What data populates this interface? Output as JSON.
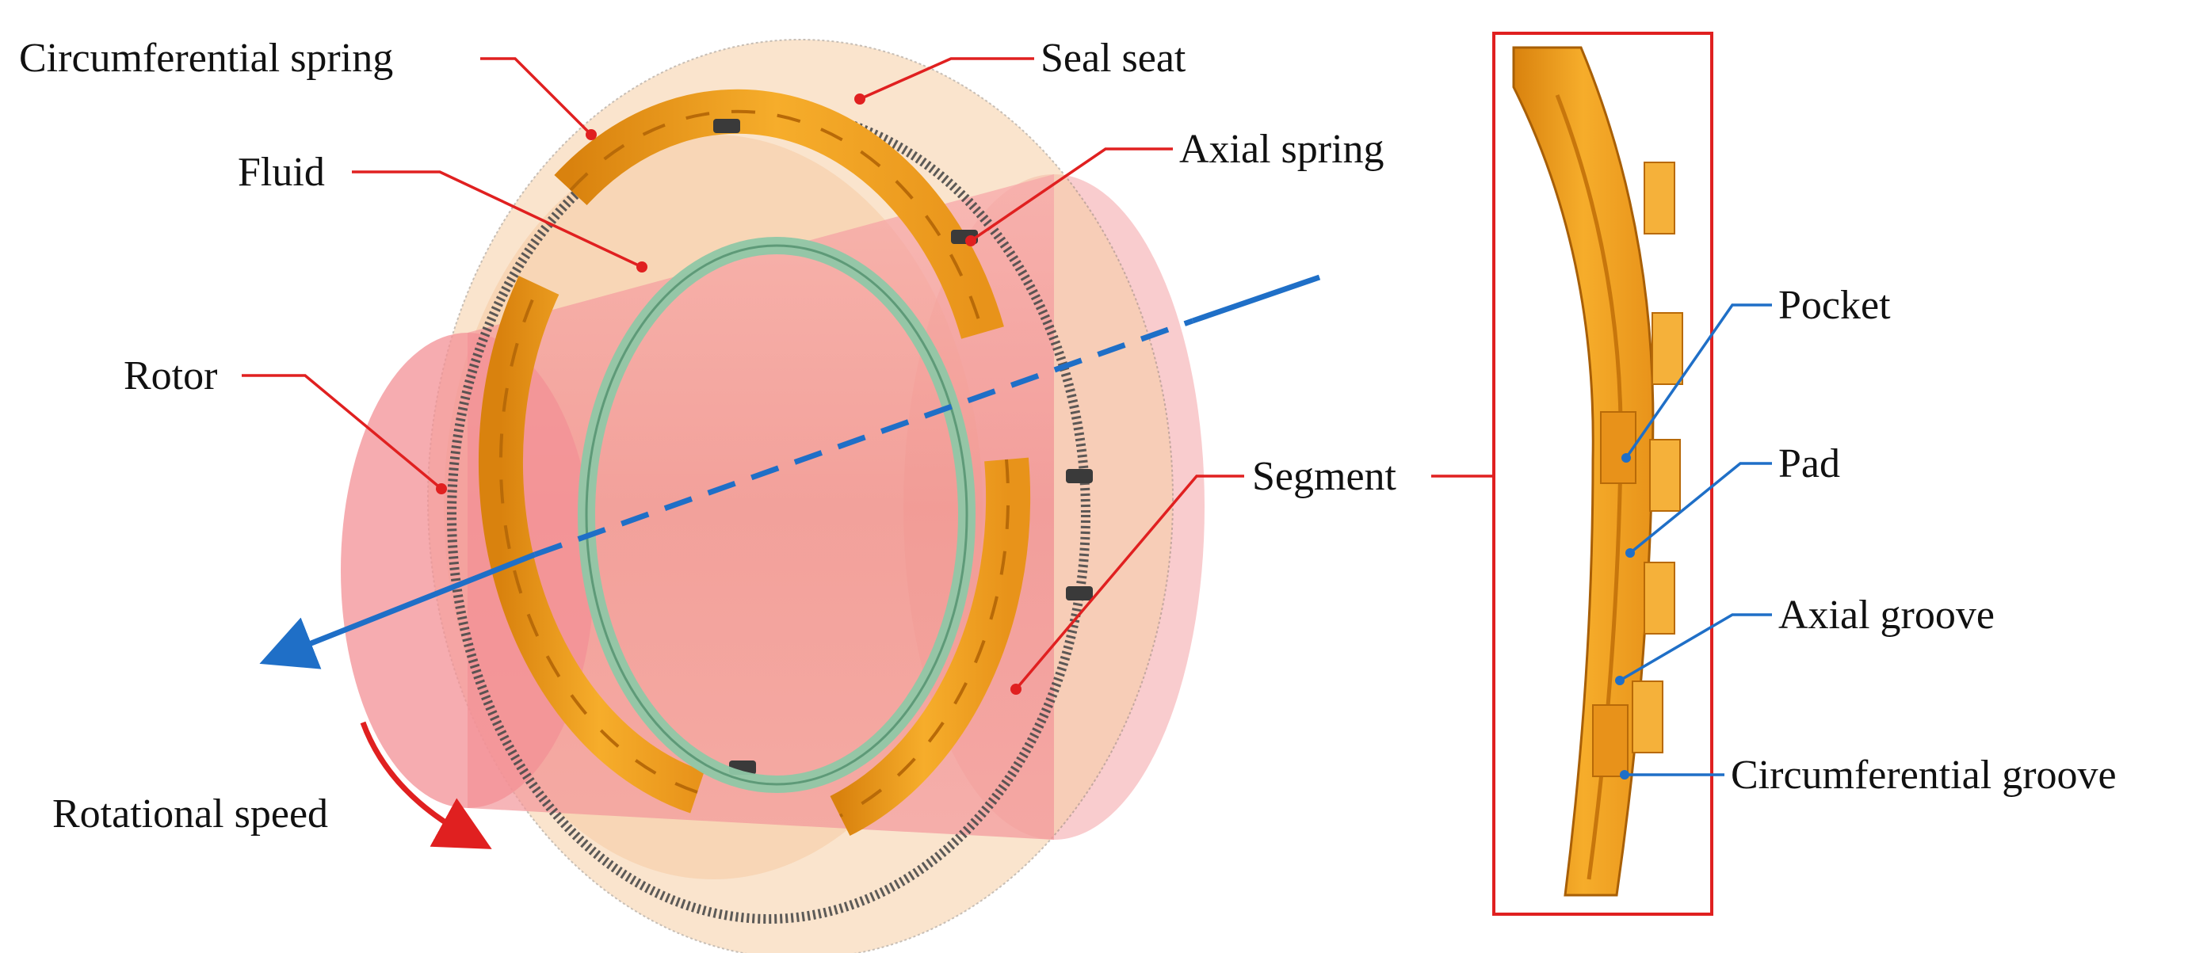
{
  "labels": {
    "circumferential_spring": "Circumferential spring",
    "seal_seat": "Seal seat",
    "fluid": "Fluid",
    "axial_spring": "Axial spring",
    "rotor": "Rotor",
    "segment": "Segment",
    "rotational_speed": "Rotational speed",
    "pocket": "Pocket",
    "pad": "Pad",
    "axial_groove": "Axial groove",
    "circumferential_groove": "Circumferential groove"
  },
  "colors": {
    "leader_red": "#e02020",
    "leader_blue": "#1f6fc7",
    "axis_blue": "#1f6fc7",
    "rotor_pink": "#f08a8f",
    "seal_seat_tan": "#f5c89a",
    "segment_orange": "#f2a21d",
    "fluid_green": "#8fc7a6",
    "spring_dark": "#3a3a3a",
    "frame_red": "#e02020"
  }
}
